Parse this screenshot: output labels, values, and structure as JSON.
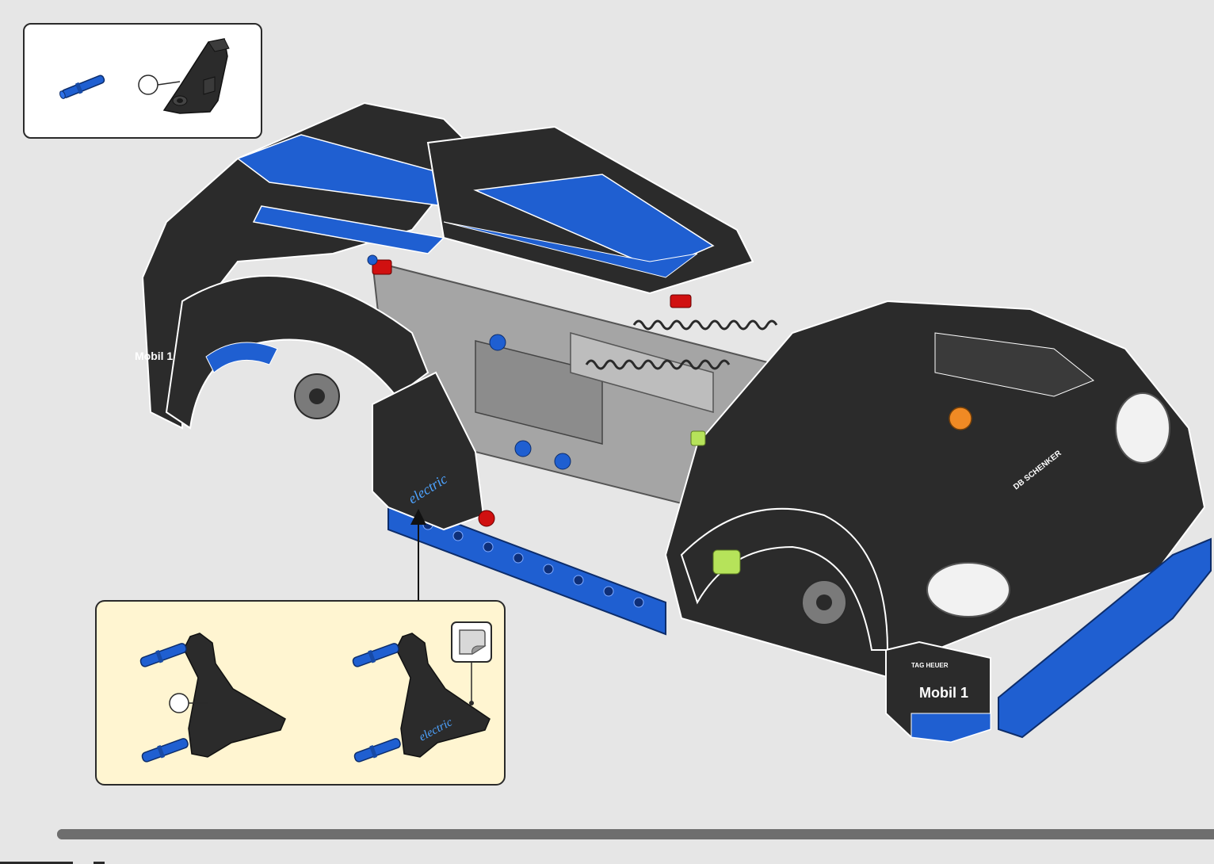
{
  "colors": {
    "background": "#e6e6e6",
    "brick_blue": "#1f5fd1",
    "brick_black": "#2b2b2b",
    "brick_grey": "#a5a5a5",
    "brick_red": "#d01010",
    "brick_lime": "#b6e35a",
    "callout_fill": "#fff5d1",
    "progress": "#6e6e6e"
  },
  "icons": {
    "sticker": "sticker-icon",
    "arrow": "arrow-up-icon"
  },
  "parts_list": {
    "items": [
      {
        "part": "blue-axle-pin",
        "quantity_label": ""
      },
      {
        "part": "black-fender-bracket",
        "quantity_label": ""
      }
    ]
  },
  "sticker_text": {
    "side": "electric",
    "mobil": "Mobil 1",
    "tag": "TAG HEUER",
    "schenker": "DB SCHENKER"
  },
  "progress": {
    "fraction": 0.97
  }
}
